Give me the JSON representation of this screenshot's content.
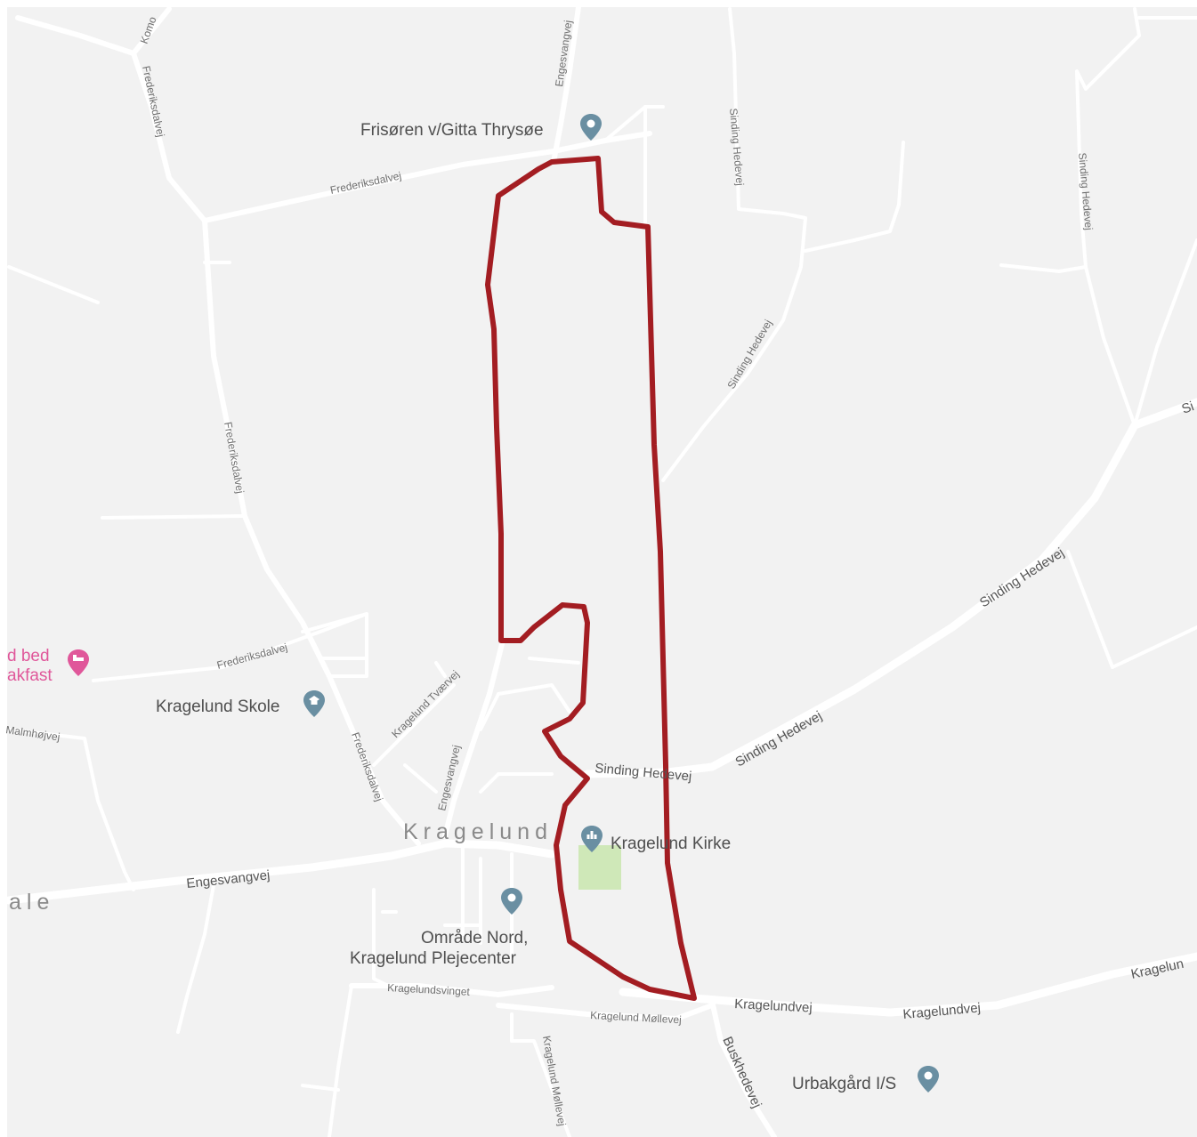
{
  "colors": {
    "land": "#f2f2f2",
    "road": "#ffffff",
    "route": "#a31d22",
    "pin": "#6a8fa2",
    "pin_pink": "#e0579a",
    "church_green": "#cfe8b8"
  },
  "places": {
    "frisoren": "Frisøren v/Gitta Thrysøe",
    "skole": "Kragelund Skole",
    "kirke": "Kragelund Kirke",
    "plejecenter_line1": "Område Nord,",
    "plejecenter_line2": "Kragelund Plejecenter",
    "urbakgard": "Urbakgård I/S",
    "bnb_line1": "d bed",
    "bnb_line2": "akfast",
    "town": "Kragelund",
    "town_partial": "ale"
  },
  "roads": {
    "engesvangvej": "Engesvangvej",
    "frederiksdalvej": "Frederiksdalvej",
    "sinding_hedevej": "Sinding Hedevej",
    "kragelundvej": "Kragelundvej",
    "kragelund_partial": "Kragelun",
    "kragelund_mollevej": "Kragelund Møllevej",
    "kragelundsvinget": "Kragelundsvinget",
    "buskhedevej": "Buskhedevej",
    "kragelund_tvaervej": "Kragelund Tværvej",
    "malmhojvej": "Malmhøjvej",
    "komo": "Komo",
    "sinding_partial": "Si"
  },
  "icons": {
    "place_pin": "map-pin-icon",
    "school": "school-icon",
    "church": "church-icon",
    "bed": "bed-icon"
  }
}
